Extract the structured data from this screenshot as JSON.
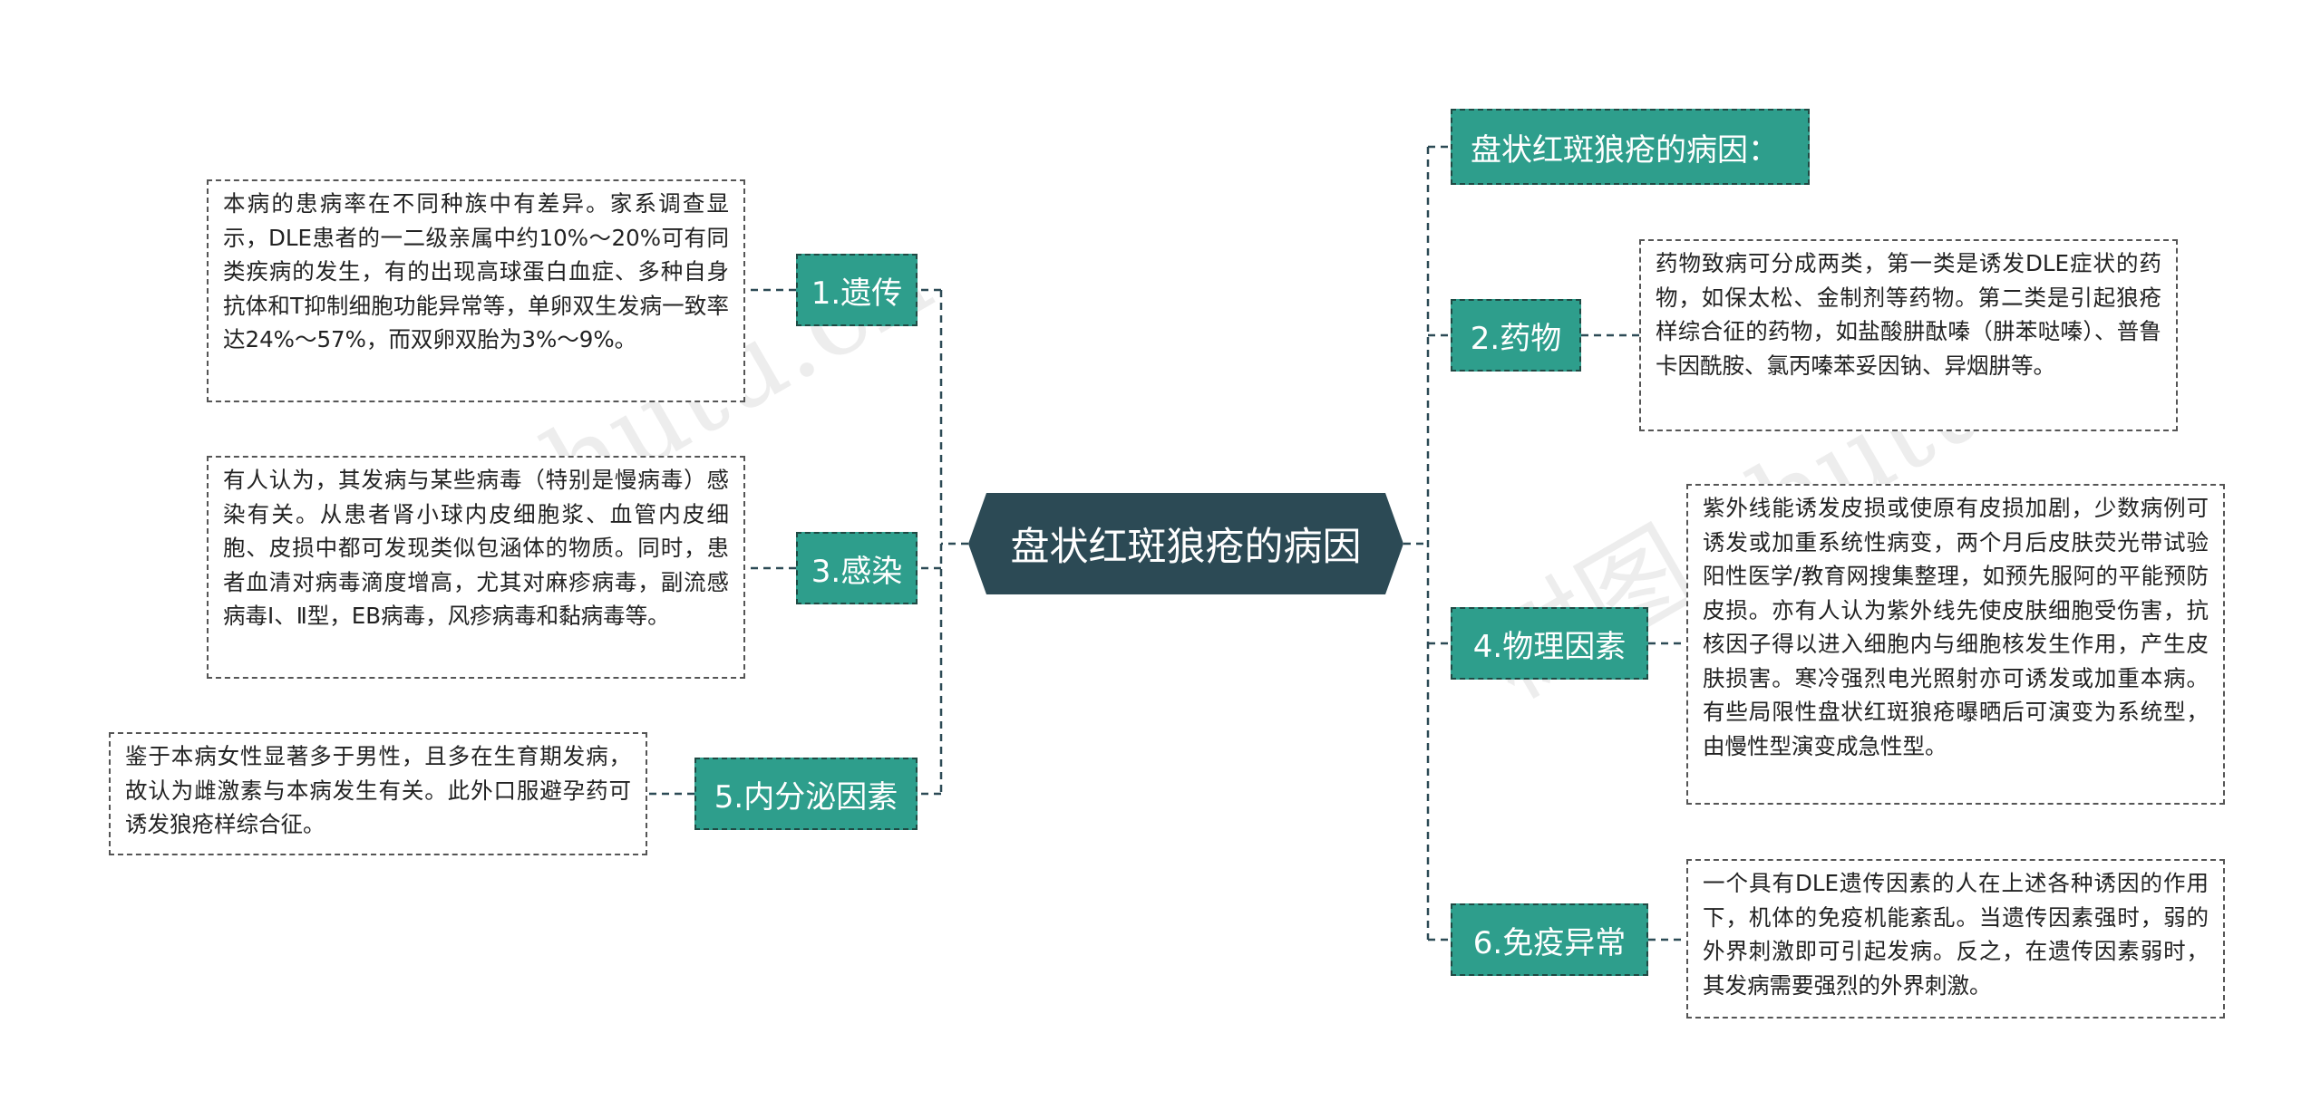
{
  "center": {
    "label": "盘状红斑狼疮的病因"
  },
  "branches": {
    "genetic": {
      "label": "1.遗传",
      "text": "本病的患病率在不同种族中有差异。家系调查显示，DLE患者的一二级亲属中约10%～20%可有同类疾病的发生，有的出现高球蛋白血症、多种自身抗体和T抑制细胞功能异常等，单卵双生发病一致率达24%～57%，而双卵双胎为3%～9%。"
    },
    "infection": {
      "label": "3.感染",
      "text": "有人认为，其发病与某些病毒（特别是慢病毒）感染有关。从患者肾小球内皮细胞浆、血管内皮细胞、皮损中都可发现类似包涵体的物质。同时，患者血清对病毒滴度增高，尤其对麻疹病毒，副流感病毒Ⅰ、Ⅱ型，EB病毒，风疹病毒和黏病毒等。"
    },
    "endocrine": {
      "label": "5.内分泌因素",
      "text": "鉴于本病女性显著多于男性，且多在生育期发病，故认为雌激素与本病发生有关。此外口服避孕药可诱发狼疮样综合征。"
    },
    "title": {
      "label": "盘状红斑狼疮的病因："
    },
    "drug": {
      "label": "2.药物",
      "text": "药物致病可分成两类，第一类是诱发DLE症状的药物，如保太松、金制剂等药物。第二类是引起狼疮样综合征的药物，如盐酸肼酞嗪（肼苯哒嗪）、普鲁卡因酰胺、氯丙嗪苯妥因钠、异烟肼等。"
    },
    "physical": {
      "label": "4.物理因素",
      "text": "紫外线能诱发皮损或使原有皮损加剧，少数病例可诱发或加重系统性病变，两个月后皮肤荧光带试验阳性医学/教育网搜集整理，如预先服阿的平能预防皮损。亦有人认为紫外线先使皮肤细胞受伤害，抗核因子得以进入细胞内与细胞核发生作用，产生皮肤损害。寒冷强烈电光照射亦可诱发或加重本病。有些局限性盘状红斑狼疮曝晒后可演变为系统型，由慢性型演变成急性型。"
    },
    "immune": {
      "label": "6.免疫异常",
      "text": "一个具有DLE遗传因素的人在上述各种诱因的作用下，机体的免疫机能紊乱。当遗传因素强时，弱的外界刺激即可引起发病。反之，在遗传因素弱时，其发病需要强烈的外界刺激。"
    }
  },
  "watermark": "树图 shutu.cn",
  "colors": {
    "center": "#2c4a55",
    "branch": "#2e9e8c",
    "line": "#2c4a55"
  }
}
